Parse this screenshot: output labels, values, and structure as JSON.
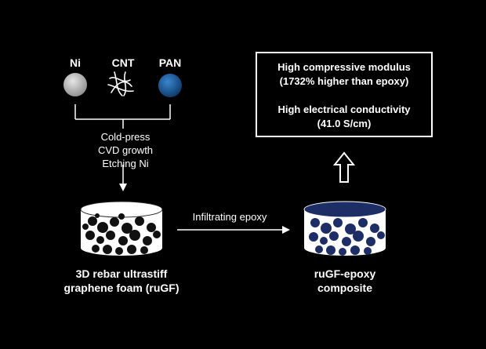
{
  "materials": [
    {
      "label": "Ni",
      "color": "#bfbfbf"
    },
    {
      "label": "CNT"
    },
    {
      "label": "PAN",
      "color": "#1f5e9c"
    }
  ],
  "process_steps": [
    "Cold-press",
    "CVD growth",
    "Etching Ni"
  ],
  "results": {
    "line1": "High compressive modulus",
    "line2": "(1732% higher than epoxy)",
    "line3": "High electrical conductivity",
    "line4": "(41.0 S/cm)"
  },
  "infiltration_label": "Infiltrating epoxy",
  "foam_caption": {
    "line1": "3D rebar ultrastiff",
    "line2": "graphene foam (ruGF)"
  },
  "composite_caption": {
    "line1": "ruGF-epoxy",
    "line2": "composite"
  }
}
